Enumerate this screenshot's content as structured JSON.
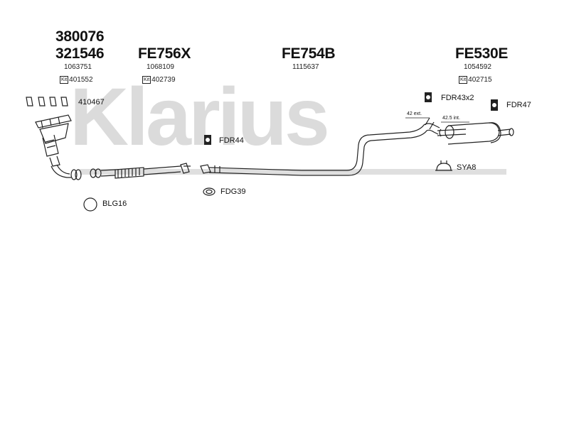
{
  "watermark": "Klarius",
  "columns": [
    {
      "codes": [
        "380076",
        "321546"
      ],
      "ref": "1063751",
      "kit": "401552"
    },
    {
      "codes": [
        "FE756X"
      ],
      "ref": "1068109",
      "kit": "402739"
    },
    {
      "codes": [
        "FE754B"
      ],
      "ref": "1115637",
      "kit": null
    },
    {
      "codes": [
        "FE530E"
      ],
      "ref": "1054592",
      "kit": "402715"
    }
  ],
  "kit_label": "Kit",
  "labels": {
    "gasket_set": "410467",
    "mount_fdr44": "FDR44",
    "gasket_fdg39": "FDG39",
    "ring_blg16": "BLG16",
    "mount_fdr43": "FDR43x2",
    "mount_fdr47": "FDR47",
    "clamp_sya8": "SYA8",
    "ext_42": "42 ext.",
    "int_425": "42.5 int."
  }
}
